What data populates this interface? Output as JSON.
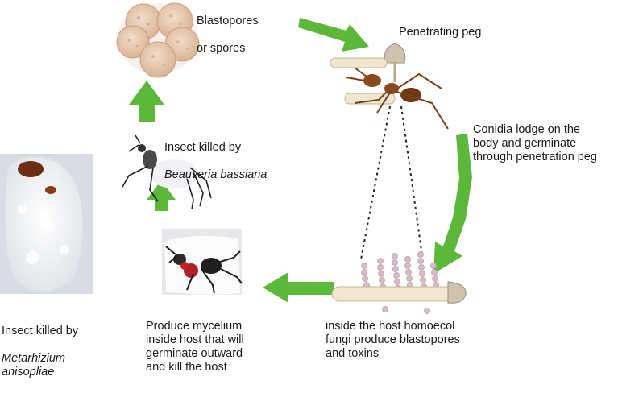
{
  "labels": {
    "spores_line1": "Blastopores",
    "spores_line2": "or spores",
    "penetrating_peg": "Penetrating peg",
    "conidia": "Conidia lodge on the\nbody and germinate\nthrough penetration peg",
    "beauveria_line1": "Insect killed by",
    "beauveria_line2": "Beauveria bassiana",
    "metarhizium_line1": "Insect killed by",
    "metarhizium_line2": "Metarhizium\nanisopliae",
    "mycelium": "Produce mycelium\ninside host that will\ngerminate outward\nand kill the host",
    "host": "inside the host homoecol\nfungi produce blastopores\nand toxins"
  },
  "colors": {
    "arrow": "#5cb83a",
    "spore": "#e3c4a8",
    "fungus": "#d6bcc8",
    "ant": "#8a4a1c",
    "mold": "#f2f3f5"
  }
}
